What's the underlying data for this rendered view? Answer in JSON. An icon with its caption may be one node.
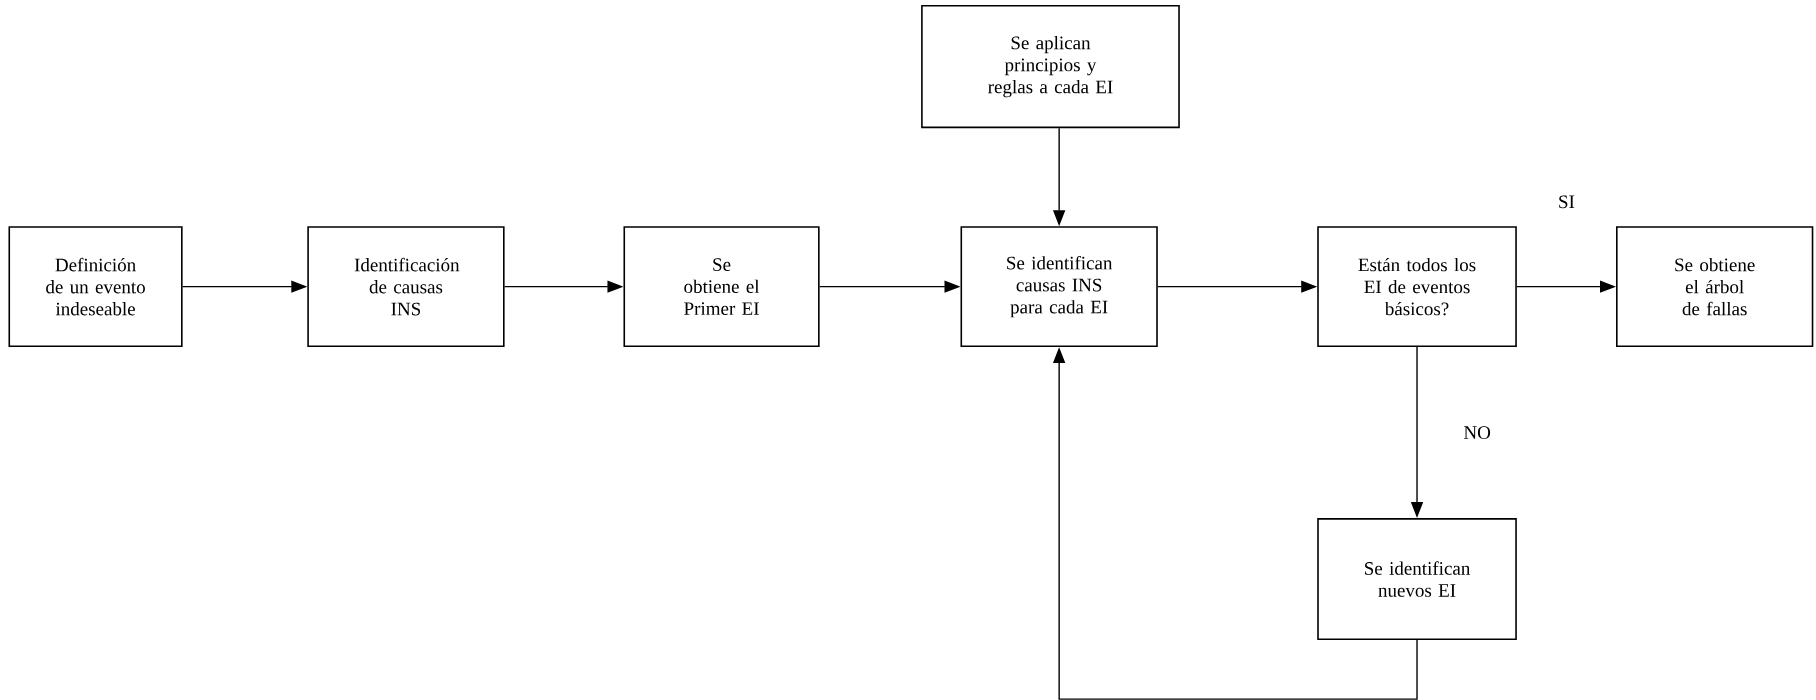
{
  "diagram": {
    "nodes": [
      {
        "text": [
          "Definición de un evento indeseable"
        ]
      },
      {
        "text": [
          "Identificación de causas INS"
        ]
      },
      {
        "text": [
          "Se obtiene el Primer EI"
        ]
      },
      {
        "text": [
          "Se aplican principios y reglas a cada EI"
        ]
      },
      {
        "text": [
          "Se identifican causas INS para cada EI"
        ]
      },
      {
        "text": [
          "Están todos los EI de eventos básicos?"
        ]
      },
      {
        "text": [
          "Se obtiene el árbol de fallas"
        ]
      },
      {
        "text": [
          "Se identifican nuevos EI"
        ]
      }
    ],
    "edges": [
      {
        "from": 0,
        "to": 1,
        "arrow": "to"
      },
      {
        "from": 1,
        "to": 2,
        "arrow": "to"
      },
      {
        "from": 2,
        "to": 4,
        "arrow": "to"
      },
      {
        "from": 3,
        "to": 4,
        "arrow": "to"
      },
      {
        "from": 4,
        "to": 5,
        "arrow": "to"
      },
      {
        "from": 5,
        "to": 6,
        "arrow": "to",
        "label": "SI"
      },
      {
        "from": 5,
        "to": 7,
        "arrow": "to",
        "label": "NO"
      },
      {
        "from": 7,
        "to": 4,
        "arrow": "to"
      }
    ]
  }
}
